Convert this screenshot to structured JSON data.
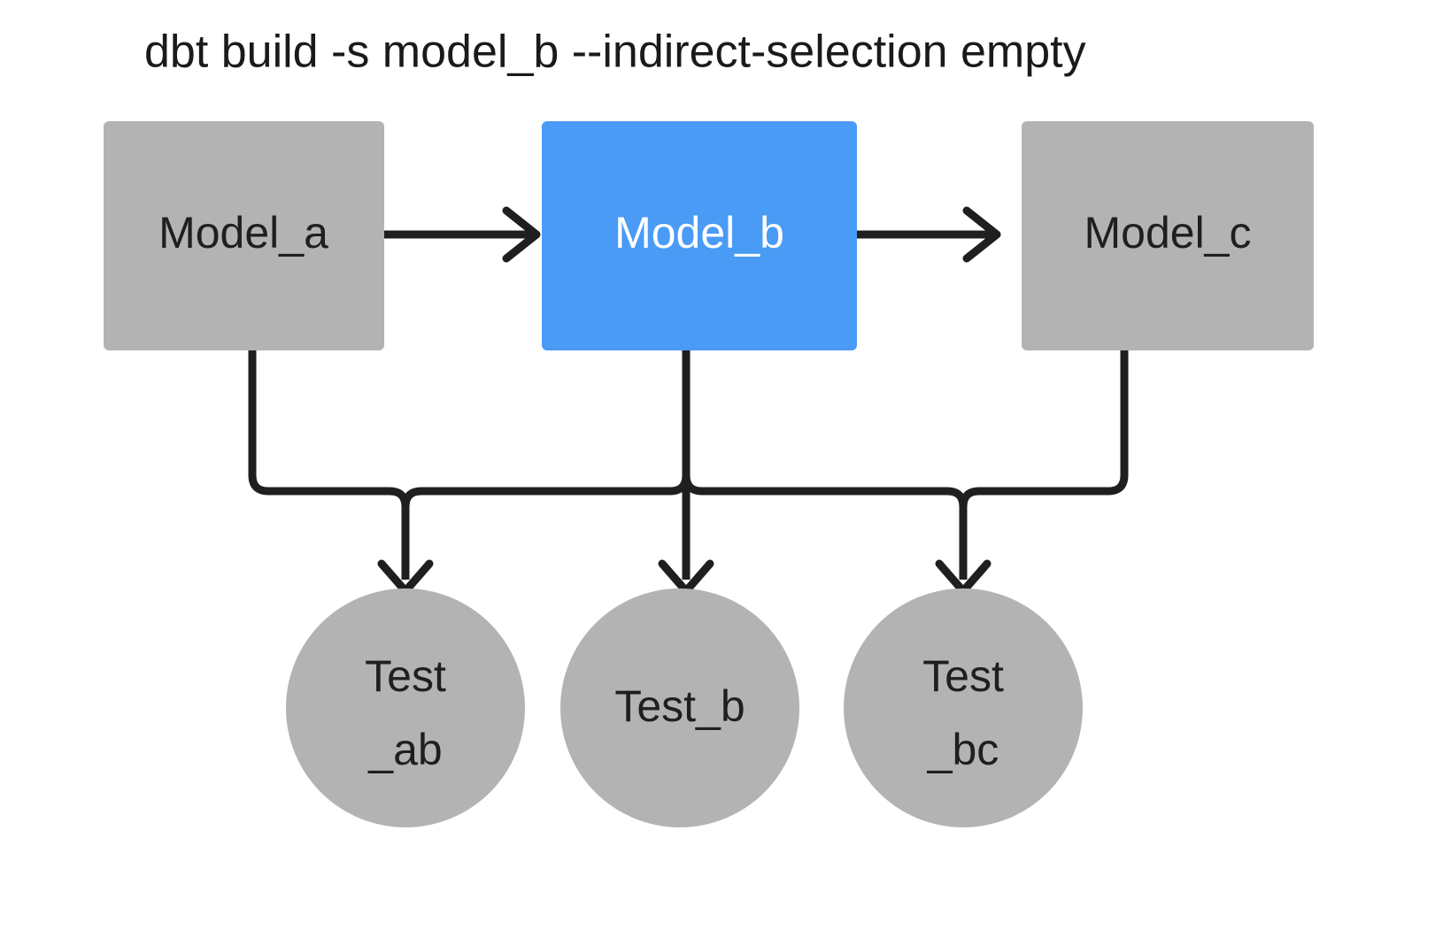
{
  "diagram": {
    "title": "dbt build -s model_b --indirect-selection empty",
    "background_color": "#ffffff",
    "palette": {
      "node_default": "#b3b3b3",
      "node_selected": "#4a9bf5",
      "edge": "#1f1f1f",
      "text_default": "#1f1f1f",
      "text_selected": "#ffffff",
      "title_color": "#1a1a1a"
    },
    "models": [
      {
        "id": "model_a",
        "label": "Model_a",
        "shape": "rectangle",
        "state": "unselected",
        "fill": "#b3b3b3",
        "text_color": "#1f1f1f"
      },
      {
        "id": "model_b",
        "label": "Model_b",
        "shape": "rectangle",
        "state": "selected",
        "fill": "#4a9bf5",
        "text_color": "#ffffff"
      },
      {
        "id": "model_c",
        "label": "Model_c",
        "shape": "rectangle",
        "state": "unselected",
        "fill": "#b3b3b3",
        "text_color": "#1f1f1f"
      }
    ],
    "tests": [
      {
        "id": "test_ab",
        "label": "Test_ab",
        "line1": "Test",
        "line2": "_ab",
        "shape": "circle",
        "state": "unselected",
        "fill": "#b3b3b3",
        "text_color": "#1f1f1f"
      },
      {
        "id": "test_b",
        "label": "Test_b",
        "line1": "Test_b",
        "line2": "",
        "shape": "circle",
        "state": "unselected",
        "fill": "#b3b3b3",
        "text_color": "#1f1f1f"
      },
      {
        "id": "test_bc",
        "label": "Test_bc",
        "line1": "Test",
        "line2": "_bc",
        "shape": "circle",
        "state": "unselected",
        "fill": "#b3b3b3",
        "text_color": "#1f1f1f"
      }
    ],
    "edges": [
      {
        "id": "edge-model-a-to-model-b",
        "from": "model_a",
        "to": "model_b",
        "style": "straight-arrow"
      },
      {
        "id": "edge-model-b-to-model-c",
        "from": "model_b",
        "to": "model_c",
        "style": "straight-arrow"
      },
      {
        "id": "edge-model-a-to-test-ab",
        "from": "model_a",
        "to": "test_ab",
        "style": "elbow-arrow"
      },
      {
        "id": "edge-model-b-to-test-ab",
        "from": "model_b",
        "to": "test_ab",
        "style": "elbow-arrow"
      },
      {
        "id": "edge-model-b-to-test-b",
        "from": "model_b",
        "to": "test_b",
        "style": "straight-arrow"
      },
      {
        "id": "edge-model-b-to-test-bc",
        "from": "model_b",
        "to": "test_bc",
        "style": "elbow-arrow"
      },
      {
        "id": "edge-model-c-to-test-bc",
        "from": "model_c",
        "to": "test_bc",
        "style": "elbow-arrow"
      }
    ]
  }
}
